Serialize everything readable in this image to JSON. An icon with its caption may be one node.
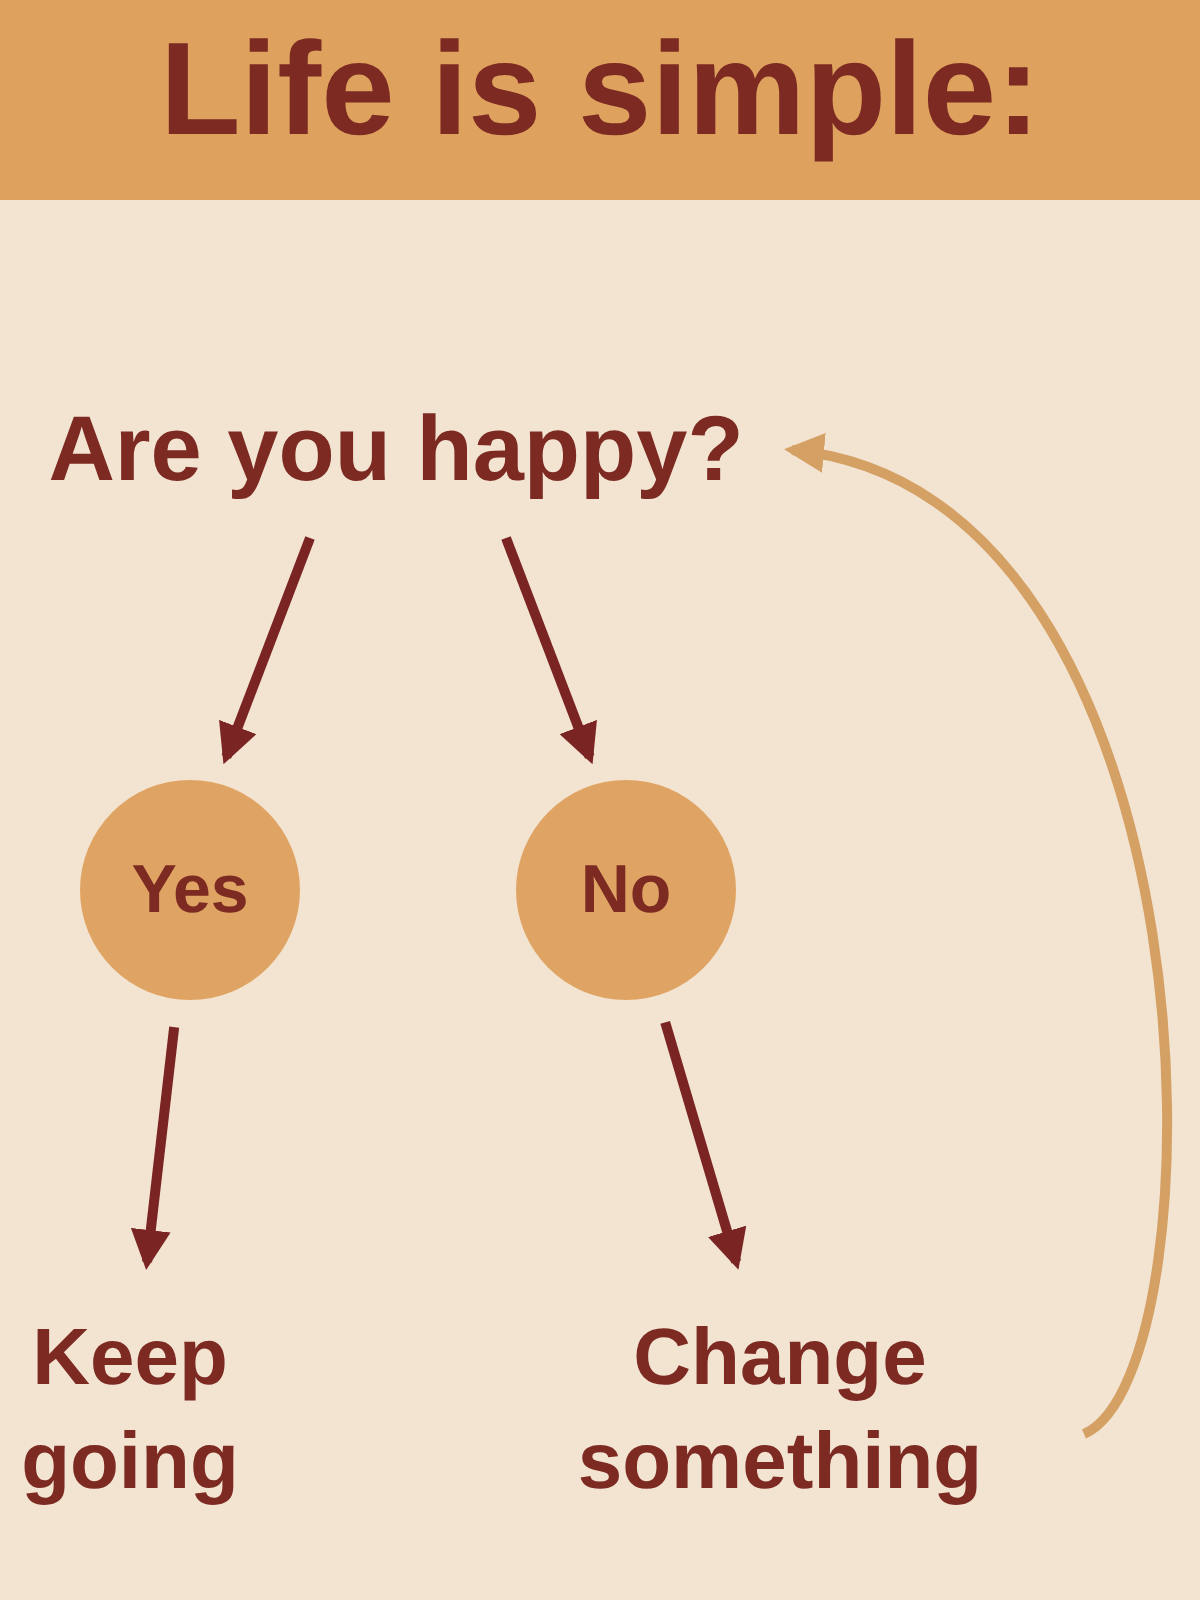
{
  "diagram": {
    "title": "Life is simple:",
    "nodes": [
      {
        "text": [
          "Are you happy?"
        ]
      },
      {
        "text": [
          "Yes"
        ]
      },
      {
        "text": [
          "No"
        ]
      },
      {
        "text": [
          "Keep going"
        ]
      },
      {
        "text": [
          "Change something"
        ]
      }
    ],
    "edges": [
      {
        "from": 0,
        "to": 1,
        "arrow": "to"
      },
      {
        "from": 0,
        "to": 2,
        "arrow": "to"
      },
      {
        "from": 1,
        "to": 3,
        "arrow": "to"
      },
      {
        "from": 2,
        "to": 4,
        "arrow": "to"
      },
      {
        "from": 4,
        "to": 0,
        "arrow": "to",
        "color": "#d4a064"
      }
    ]
  }
}
